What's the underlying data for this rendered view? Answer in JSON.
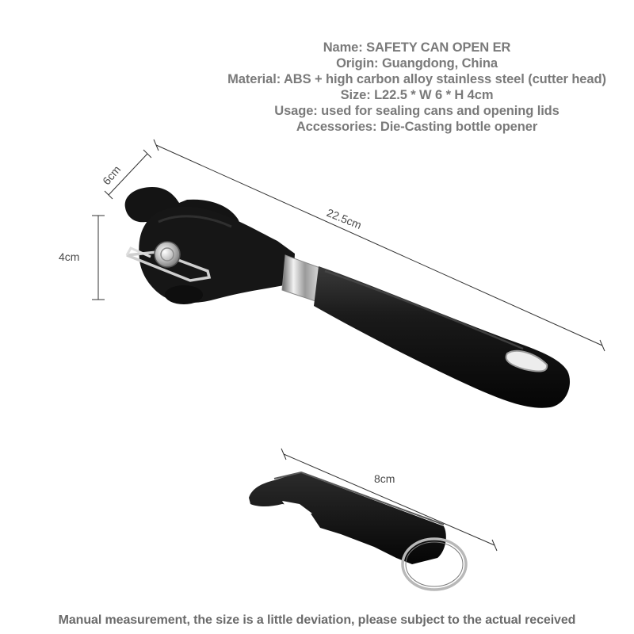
{
  "specs": {
    "name": "Name: SAFETY CAN OPEN ER",
    "origin": "Origin: Guangdong, China",
    "material": "Material: ABS + high carbon alloy stainless steel (cutter head)",
    "size": "Size: L22.5 * W 6 * H 4cm",
    "usage": "Usage: used for sealing cans and opening lids",
    "accessories": "Accessories: Die-Casting bottle opener"
  },
  "dimensions": {
    "length": "22.5cm",
    "width": "6cm",
    "height": "4cm",
    "opener_length": "8cm"
  },
  "footer_note": "Manual measurement, the size is a little deviation, please subject to the actual received",
  "colors": {
    "background": "#ffffff",
    "product_body": "#111111",
    "steel": "#c8c8c8",
    "text_spec": "#7a7a7a",
    "text_dim": "#4a4a4a"
  }
}
